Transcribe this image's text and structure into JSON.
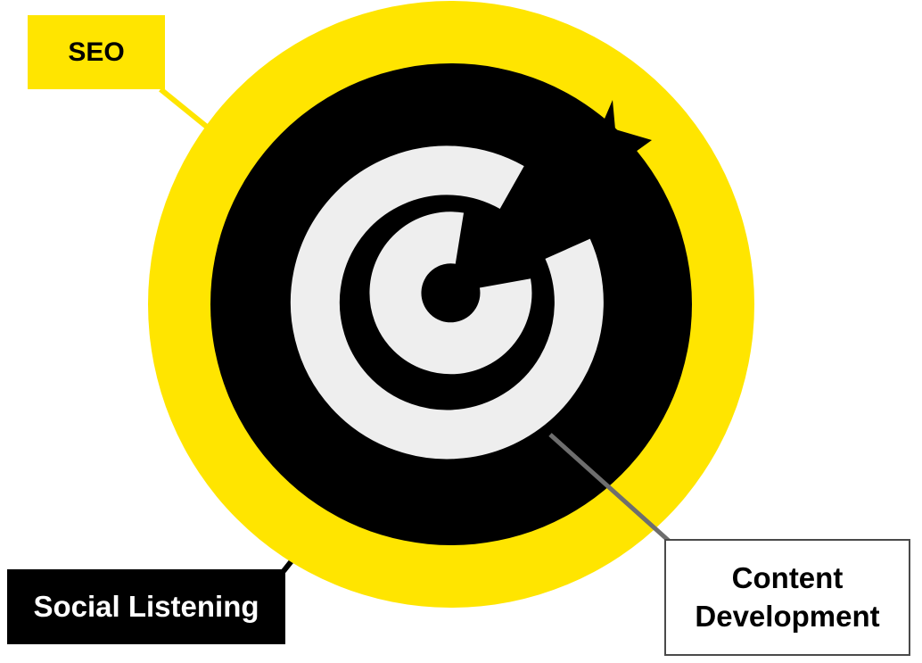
{
  "labels": {
    "seo": "SEO",
    "social_listening": "Social Listening",
    "content_line1": "Content",
    "content_line2": "Development"
  },
  "colors": {
    "yellow": "#FFE500",
    "black": "#000000",
    "light_gray": "#EEEEEE",
    "white": "#FFFFFF",
    "connector_gray": "#6e6e6e"
  },
  "icons": {
    "center": "target-arrow-icon"
  }
}
